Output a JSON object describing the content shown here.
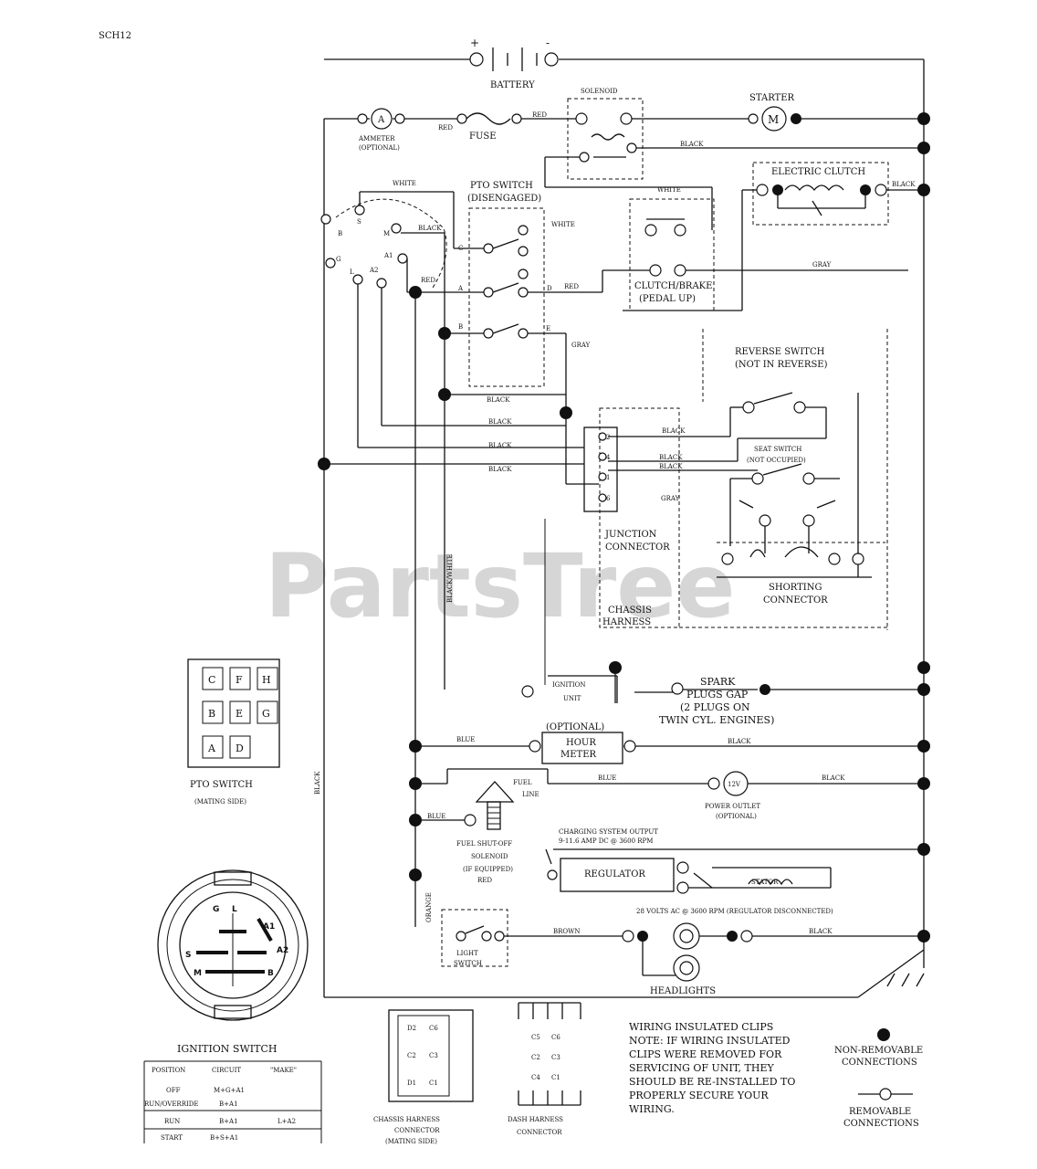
{
  "doc_code": "SCH12",
  "watermark": "PartsTree",
  "components": {
    "battery": "BATTERY",
    "battery_plus": "+",
    "battery_minus": "-",
    "solenoid": "SOLENOID",
    "starter": "STARTER",
    "starter_motor": "M",
    "ammeter_symbol": "A",
    "ammeter": "AMMETER",
    "ammeter_optional": "(OPTIONAL)",
    "fuse": "FUSE",
    "electric_clutch": "ELECTRIC CLUTCH",
    "pto_switch": "PTO SWITCH",
    "pto_switch_state": "(DISENGAGED)",
    "clutch_brake": "CLUTCH/BRAKE",
    "clutch_brake_state": "(PEDAL UP)",
    "reverse_switch": "REVERSE SWITCH",
    "reverse_switch_state": "(NOT IN REVERSE)",
    "seat_switch": "SEAT SWITCH",
    "seat_switch_state": "(NOT OCCUPIED)",
    "junction_connector": [
      "JUNCTION",
      "CONNECTOR"
    ],
    "shorting_connector": [
      "SHORTING",
      "CONNECTOR"
    ],
    "chassis_harness": [
      "CHASSIS",
      "HARNESS"
    ],
    "ignition_unit": [
      "IGNITION",
      "UNIT"
    ],
    "spark_plugs": [
      "SPARK",
      "PLUGS GAP",
      "(2 PLUGS ON",
      "TWIN CYL. ENGINES)"
    ],
    "hour_meter_optional": "(OPTIONAL)",
    "hour_meter": [
      "HOUR",
      "METER"
    ],
    "fuel_line": [
      "FUEL",
      "LINE"
    ],
    "power_outlet_symbol": "12V",
    "power_outlet": [
      "POWER OUTLET",
      "(OPTIONAL)"
    ],
    "fuel_shutoff_solenoid": [
      "FUEL SHUT-OFF",
      "SOLENOID",
      "(IF EQUIPPED)"
    ],
    "charging_output": [
      "CHARGING SYSTEM OUTPUT",
      "9-11.6 AMP DC @ 3600 RPM"
    ],
    "regulator": "REGULATOR",
    "stator": "STATOR",
    "stator_output": "28 VOLTS AC @ 3600 RPM (REGULATOR DISCONNECTED)",
    "light_switch": [
      "LIGHT",
      "SWITCH"
    ],
    "headlights": "HEADLIGHTS"
  },
  "terminals": {
    "ignition": [
      "S",
      "M",
      "B",
      "A1",
      "G",
      "L",
      "A2"
    ],
    "pto": [
      "C",
      "A",
      "B",
      "D",
      "E"
    ],
    "junction": [
      "2",
      "4",
      "1",
      "6"
    ]
  },
  "wire_labels": {
    "red": "RED",
    "black": "BLACK",
    "white": "WHITE",
    "gray": "GRAY",
    "blue": "BLUE",
    "brown": "BROWN",
    "orange": "ORANGE",
    "black_white": "BLACK/WHITE"
  },
  "pto_mating": {
    "title": "PTO SWITCH",
    "subtitle": "(MATING SIDE)",
    "pins": [
      [
        "C",
        "F",
        "H"
      ],
      [
        "B",
        "E",
        "G"
      ],
      [
        "A",
        "D"
      ]
    ]
  },
  "ignition_switch": {
    "title": "IGNITION SWITCH",
    "face_labels": [
      "G",
      "L",
      "A1",
      "A2",
      "S",
      "B",
      "M"
    ],
    "table": {
      "headers": [
        "POSITION",
        "CIRCUIT",
        "\"MAKE\""
      ],
      "rows": [
        [
          "OFF",
          "M+G+A1",
          ""
        ],
        [
          "RUN/OVERRIDE",
          "B+A1",
          ""
        ],
        [
          "RUN",
          "B+A1",
          "L+A2"
        ],
        [
          "START",
          "B+S+A1",
          ""
        ]
      ]
    }
  },
  "chassis_connector": {
    "title": [
      "CHASSIS HARNESS",
      "CONNECTOR",
      "(MATING SIDE)"
    ],
    "pins": [
      "D2",
      "C6",
      "C2",
      "C3",
      "D1",
      "C1"
    ]
  },
  "dash_connector": {
    "title": [
      "DASH HARNESS",
      "CONNECTOR"
    ],
    "pins": [
      "C5",
      "C6",
      "C2",
      "C3",
      "C4",
      "C1"
    ]
  },
  "notes": {
    "clips_title": "WIRING INSULATED CLIPS",
    "clips_text": [
      "NOTE: IF WIRING INSULATED",
      "CLIPS WERE REMOVED FOR",
      "SERVICING OF UNIT, THEY",
      "SHOULD BE RE-INSTALLED TO",
      "PROPERLY SECURE YOUR",
      "WIRING."
    ]
  },
  "legend": {
    "non_removable": [
      "NON-REMOVABLE",
      "CONNECTIONS"
    ],
    "removable": [
      "REMOVABLE",
      "CONNECTIONS"
    ]
  }
}
